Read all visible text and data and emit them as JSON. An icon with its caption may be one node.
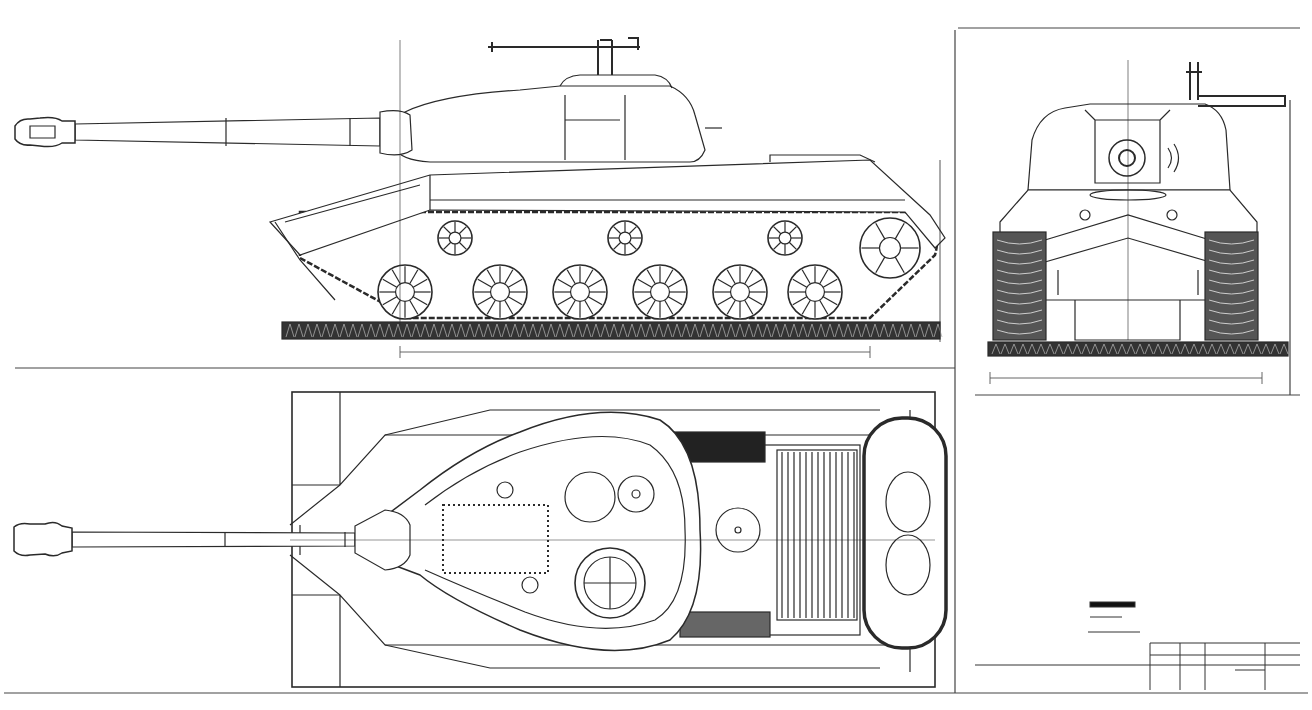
{
  "diagram": {
    "nodes": [
      {
        "text": [],
        "shape": "picture"
      },
      {
        "text": [],
        "shape": "picture"
      },
      {
        "text": [],
        "shape": "picture"
      }
    ]
  }
}
